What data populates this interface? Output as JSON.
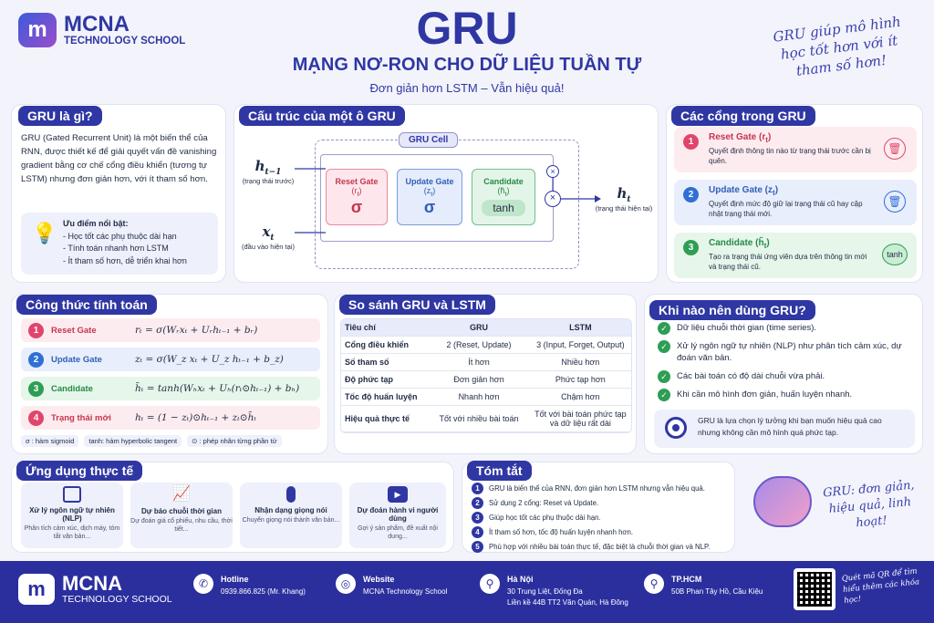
{
  "brand": {
    "name": "MCNA",
    "subtitle": "TECHNOLOGY SCHOOL"
  },
  "header": {
    "title": "GRU",
    "subtitle": "MẠNG NƠ-RON CHO DỮ LIỆU TUẦN TỰ",
    "tagline": "Đơn giản hơn LSTM – Vẫn hiệu quả!",
    "note": "GRU giúp mô hình học tốt hơn với ít tham số hơn!"
  },
  "what": {
    "title": "GRU là gì?",
    "body": "GRU (Gated Recurrent Unit) là một biến thể của RNN, được thiết kế để giải quyết vấn đề vanishing gradient bằng cơ chế cổng điều khiển (tương tự LSTM) nhưng đơn giản hơn, với ít tham số hơn.",
    "adv_title": "Ưu điểm nổi bật:",
    "adv": [
      "- Học tốt các phụ thuộc dài hạn",
      "- Tính toán nhanh hơn LSTM",
      "- Ít tham số hơn, dễ triển khai hơn"
    ]
  },
  "structure": {
    "title": "Cấu trúc của một ô GRU",
    "cell": "GRU Cell",
    "h_prev": "h",
    "h_prev_sub": "t−1",
    "h_prev_note": "(trạng thái trước)",
    "x": "x",
    "x_sub": "t",
    "x_note": "(đầu vào hiện tại)",
    "h_out": "h",
    "h_out_sub": "t",
    "h_out_note": "(trạng thái hiện tại)",
    "gates": [
      {
        "name": "Reset Gate",
        "var": "(r",
        "var_sub": "t",
        "var_end": ")",
        "fn": "σ"
      },
      {
        "name": "Update Gate",
        "var": "(z",
        "var_sub": "t",
        "var_end": ")",
        "fn": "σ"
      },
      {
        "name": "Candidate",
        "var": "(h̃",
        "var_sub": "t",
        "var_end": ")",
        "fn": "tanh"
      }
    ]
  },
  "gates": {
    "title": "Các cổng trong GRU",
    "items": [
      {
        "n": "1",
        "name": "Reset Gate (r",
        "sub": "t",
        "end": ")",
        "desc": "Quyết định thông tin nào từ trạng thái trước cần bị quên.",
        "icon": "🗑"
      },
      {
        "n": "2",
        "name": "Update Gate (z",
        "sub": "t",
        "end": ")",
        "desc": "Quyết định mức độ giữ lại trạng thái cũ hay cập nhật trạng thái mới.",
        "icon": "🗑"
      },
      {
        "n": "3",
        "name": "Candidate (h̃",
        "sub": "t",
        "end": ")",
        "desc": "Tạo ra trạng thái ứng viên dựa trên thông tin mới và trạng thái cũ.",
        "icon": "tanh"
      }
    ]
  },
  "formulas": {
    "title": "Công thức tính toán",
    "items": [
      {
        "n": "1",
        "name": "Reset Gate",
        "eq": "rₜ = σ(Wᵣxₜ + Uᵣhₜ₋₁ + bᵣ)"
      },
      {
        "n": "2",
        "name": "Update Gate",
        "eq": "zₜ = σ(W_z xₜ + U_z hₜ₋₁ + b_z)"
      },
      {
        "n": "3",
        "name": "Candidate",
        "eq": "h̃ₜ = tanh(Wₕxₜ + Uₕ(rₜ⊙hₜ₋₁) + bₕ)"
      },
      {
        "n": "4",
        "name": "Trạng thái mới",
        "eq": "hₜ = (1 − zₜ)⊙hₜ₋₁ + zₜ⊙h̃ₜ"
      }
    ],
    "legend": [
      "σ : hàm sigmoid",
      "tanh: hàm hyperbolic tangent",
      "⊙ : phép nhân từng phần tử"
    ]
  },
  "compare": {
    "title": "So sánh GRU và LSTM",
    "headers": [
      "Tiêu chí",
      "GRU",
      "LSTM"
    ],
    "rows": [
      [
        "Cổng điều khiển",
        "2 (Reset, Update)",
        "3 (Input, Forget, Output)"
      ],
      [
        "Số tham số",
        "Ít hơn",
        "Nhiều hơn"
      ],
      [
        "Độ phức tạp",
        "Đơn giản hơn",
        "Phức tạp hơn"
      ],
      [
        "Tốc độ huấn luyện",
        "Nhanh hơn",
        "Chậm hơn"
      ],
      [
        "Hiệu quả thực tế",
        "Tốt với nhiều bài toán",
        "Tốt với bài toán phức tạp và dữ liệu rất dài"
      ]
    ]
  },
  "when": {
    "title": "Khi nào nên dùng GRU?",
    "items": [
      "Dữ liệu chuỗi thời gian (time series).",
      "Xử lý ngôn ngữ tự nhiên (NLP) như phân tích cảm xúc, dự đoán văn bản.",
      "Các bài toán có độ dài chuỗi vừa phải.",
      "Khi cần mô hình đơn giản, huấn luyện nhanh."
    ],
    "note": "GRU là lựa chọn lý tưởng khi bạn muốn hiệu quả cao nhưng không cần mô hình quá phức tạp."
  },
  "apps": {
    "title": "Ứng dụng thực tế",
    "items": [
      {
        "title": "Xử lý ngôn ngữ tự nhiên (NLP)",
        "desc": "Phân tích cảm xúc, dịch máy, tóm tắt văn bản...",
        "icon": "document-icon"
      },
      {
        "title": "Dự báo chuỗi thời gian",
        "desc": "Dự đoán giá cổ phiếu, nhu cầu, thời tiết...",
        "icon": "chart-icon"
      },
      {
        "title": "Nhận dạng giọng nói",
        "desc": "Chuyển giọng nói thành văn bản...",
        "icon": "microphone-icon"
      },
      {
        "title": "Dự đoán hành vi người dùng",
        "desc": "Gợi ý sản phẩm, đề xuất nội dung...",
        "icon": "video-icon"
      }
    ]
  },
  "summary": {
    "title": "Tóm tắt",
    "items": [
      "GRU là biến thể của RNN, đơn giản hơn LSTM nhưng vẫn hiệu quả.",
      "Sử dụng 2 cổng: Reset và Update.",
      "Giúp học tốt các phụ thuộc dài hạn.",
      "Ít tham số hơn, tốc độ huấn luyện nhanh hơn.",
      "Phù hợp với nhiều bài toán thực tế, đặc biệt là chuỗi thời gian và NLP."
    ]
  },
  "side_note": "GRU: đơn giản, hiệu quả, linh hoạt!",
  "footer": {
    "hotline_label": "Hotline",
    "hotline": "0939.866.825 (Mr. Khang)",
    "web_label": "Website",
    "web": "MCNA Technology School",
    "hn_label": "Hà Nội",
    "hn1": "30 Trung Liệt, Đống Đa",
    "hn2": "Liền kề 44B TT2 Văn Quán, Hà Đông",
    "hcm_label": "TP.HCM",
    "hcm": "50B Phan Tây Hồ, Cầu Kiệu",
    "qr_note": "Quét mã QR để tìm hiểu thêm các khóa học!"
  },
  "colors": {
    "primary": "#2f37a3",
    "red": "#e0456b",
    "blue": "#2f6fd6",
    "green": "#2e9e55"
  }
}
